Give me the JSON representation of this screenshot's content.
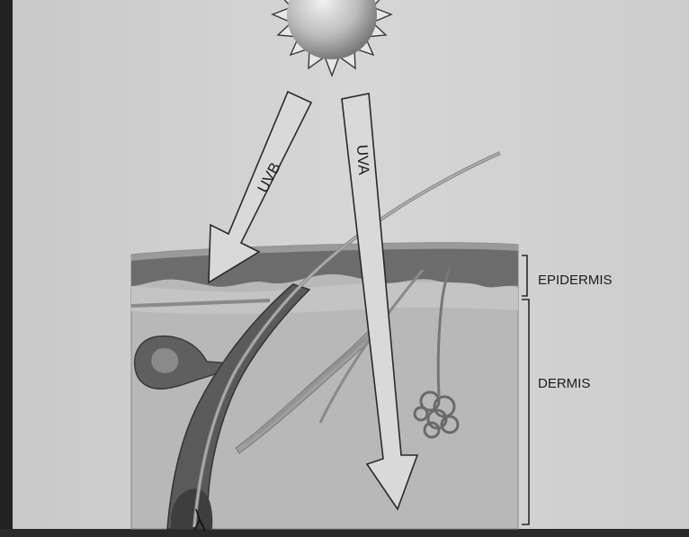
{
  "diagram": {
    "arrows": {
      "uvb": "UVB",
      "uva": "UVA"
    },
    "layers": {
      "epidermis": "EPIDERMIS",
      "dermis": "DERMIS"
    }
  },
  "colors": {
    "page": "#d4d4d4",
    "dermis": "#b9b9b9",
    "epidermis": "#6a6a6a",
    "arrow_fill": "#d9d9d9",
    "outline": "#2a2a2a"
  }
}
